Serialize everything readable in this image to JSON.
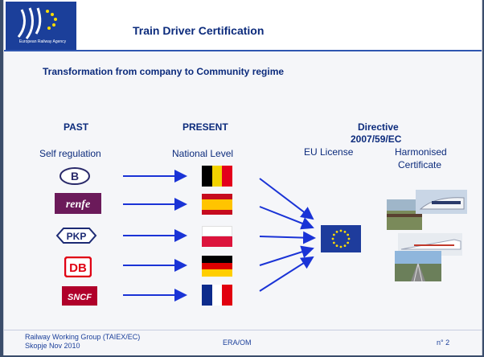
{
  "header": {
    "title": "Train Driver Certification",
    "logo_caption": "European Railway Agency"
  },
  "subtitle": "Transformation from company to Community regime",
  "columns": {
    "past_heading": "PAST",
    "past_sub": "Self regulation",
    "present_heading": "PRESENT",
    "present_sub": "National Level",
    "directive_heading_line1": "Directive",
    "directive_heading_line2": "2007/59/EC",
    "eu_license": "EU License",
    "harmonised_line1": "Harmonised",
    "harmonised_line2": "Certificate"
  },
  "companies": [
    {
      "name": "B",
      "icon": "sncb-logo"
    },
    {
      "name": "renfe",
      "icon": "renfe-logo"
    },
    {
      "name": "PKP",
      "icon": "pkp-logo"
    },
    {
      "name": "DB",
      "icon": "db-logo"
    },
    {
      "name": "SNCF",
      "icon": "sncf-logo"
    }
  ],
  "countries": [
    {
      "name": "Belgium",
      "colors": [
        "#000000",
        "#f2d200",
        "#e3001b"
      ]
    },
    {
      "name": "Spain",
      "colors": [
        "#c60b1e",
        "#ffc400",
        "#c60b1e"
      ]
    },
    {
      "name": "Poland",
      "colors": [
        "#ffffff",
        "#dc143c"
      ]
    },
    {
      "name": "Germany",
      "colors": [
        "#000000",
        "#dd0000",
        "#ffce00"
      ]
    },
    {
      "name": "France",
      "colors": [
        "#0d2b8c",
        "#ffffff",
        "#e1000f"
      ]
    }
  ],
  "footer": {
    "left_line1": "Railway Working Group (TAIEX/EC)",
    "left_line2": "Skopje Nov 2010",
    "center": "ERA/OM",
    "right": "n° 2"
  },
  "colors": {
    "brand_blue": "#0c2b7c",
    "arrow_blue": "#1a33d6",
    "eu_blue": "#1e3c9c",
    "eu_star": "#ffdd00"
  }
}
